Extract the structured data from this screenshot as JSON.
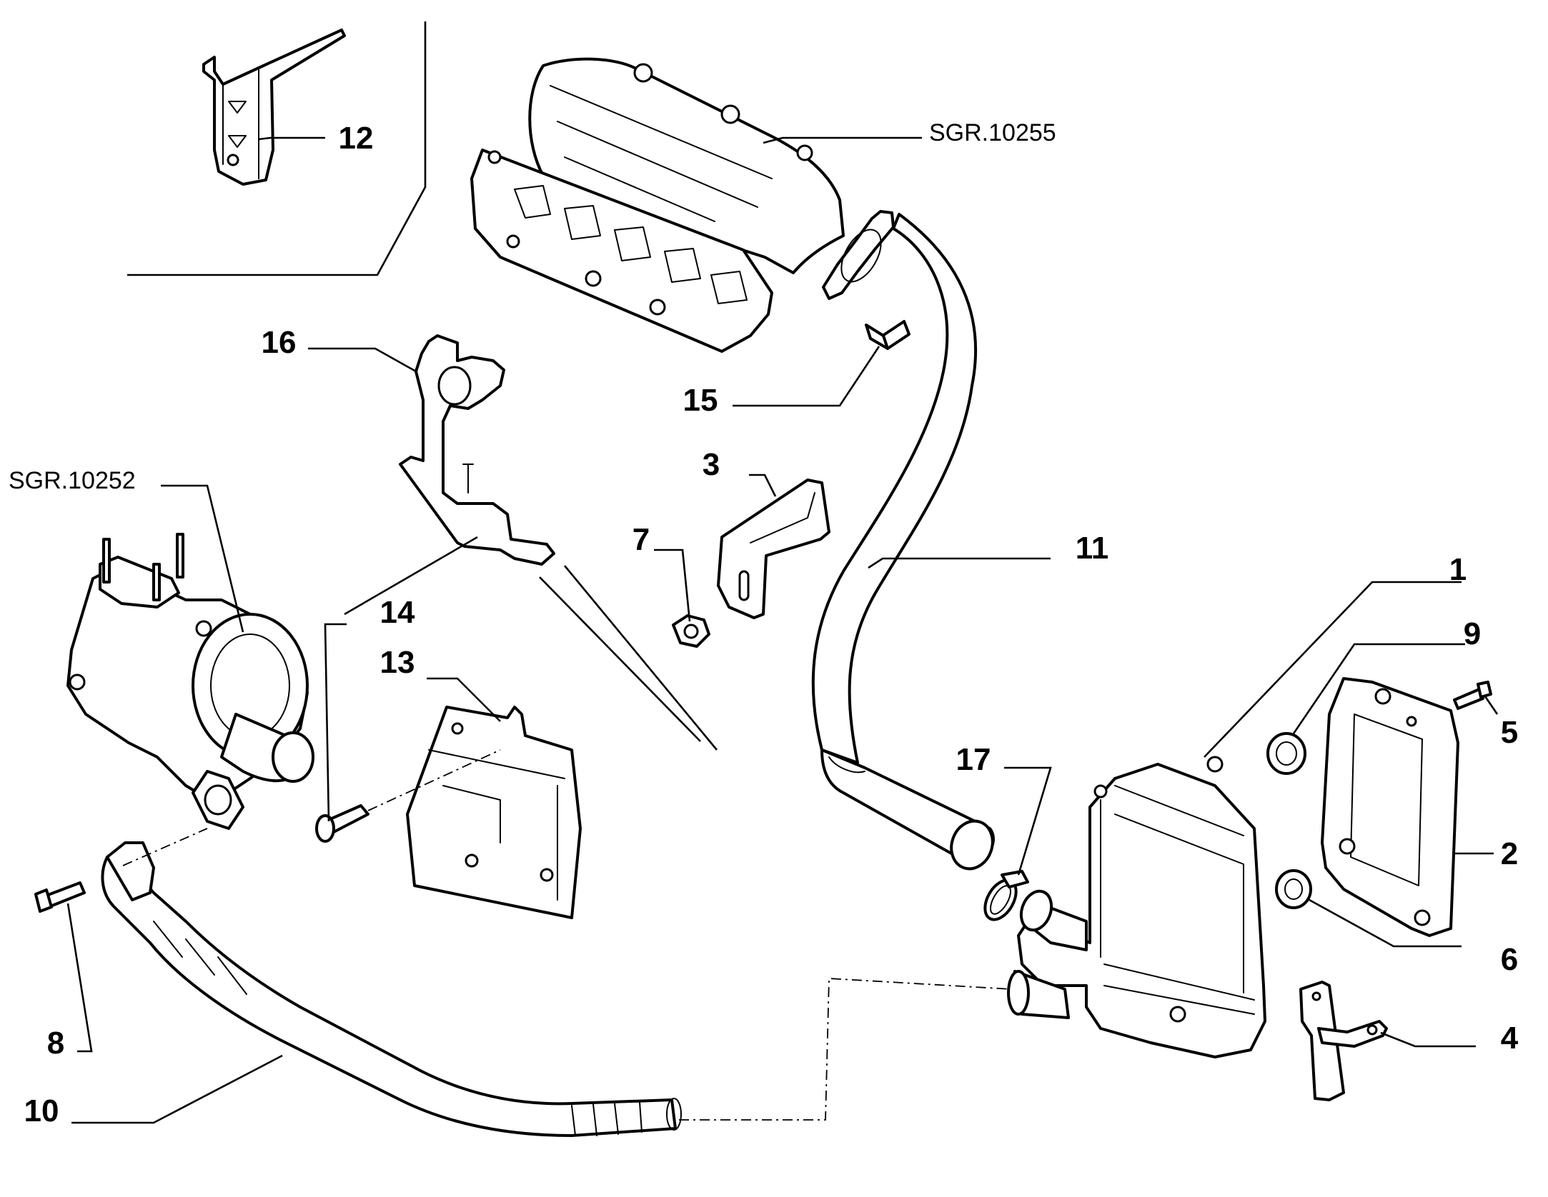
{
  "diagram": {
    "references": {
      "manifold": "SGR.10255",
      "turbo": "SGR.10252"
    },
    "callouts": {
      "c1": "1",
      "c2": "2",
      "c3": "3",
      "c4": "4",
      "c5": "5",
      "c6": "6",
      "c7": "7",
      "c8": "8",
      "c9": "9",
      "c10": "10",
      "c11": "11",
      "c12": "12",
      "c13": "13",
      "c14": "14",
      "c15": "15",
      "c16": "16",
      "c17": "17"
    }
  }
}
